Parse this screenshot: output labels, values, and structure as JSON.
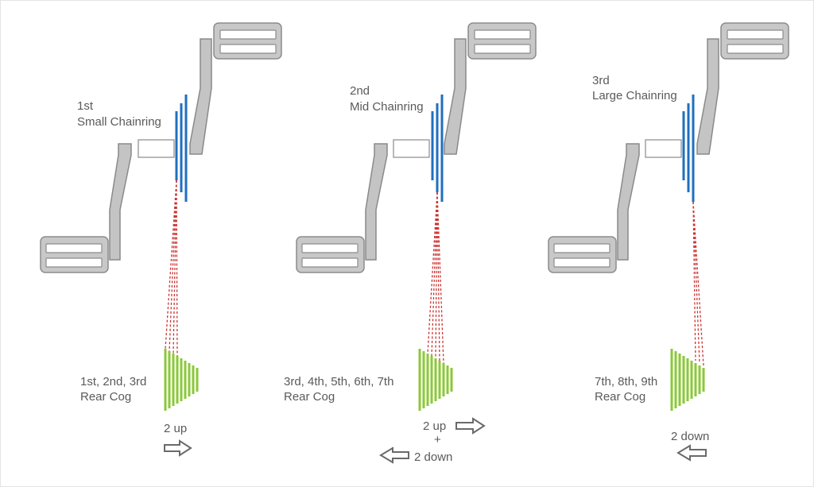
{
  "panels": [
    {
      "chainring_label": [
        "1st",
        "Small Chainring"
      ],
      "cog_label": [
        "1st, 2nd, 3rd",
        "Rear Cog"
      ],
      "shift_up": "2 up",
      "shift_down": null
    },
    {
      "chainring_label": [
        "2nd",
        "Mid Chainring"
      ],
      "cog_label": [
        "3rd, 4th, 5th, 6th, 7th",
        "Rear Cog"
      ],
      "shift_up": "2 up",
      "shift_plus": "+",
      "shift_down": "2 down"
    },
    {
      "chainring_label": [
        "3rd",
        "Large Chainring"
      ],
      "cog_label": [
        "7th, 8th, 9th",
        "Rear Cog"
      ],
      "shift_up": null,
      "shift_down": "2 down"
    }
  ],
  "colors": {
    "chainring": "#1f6fbf",
    "rear_cog": "#8bc83a",
    "chain": "#cc3333",
    "crank": "#c4c4c4"
  }
}
